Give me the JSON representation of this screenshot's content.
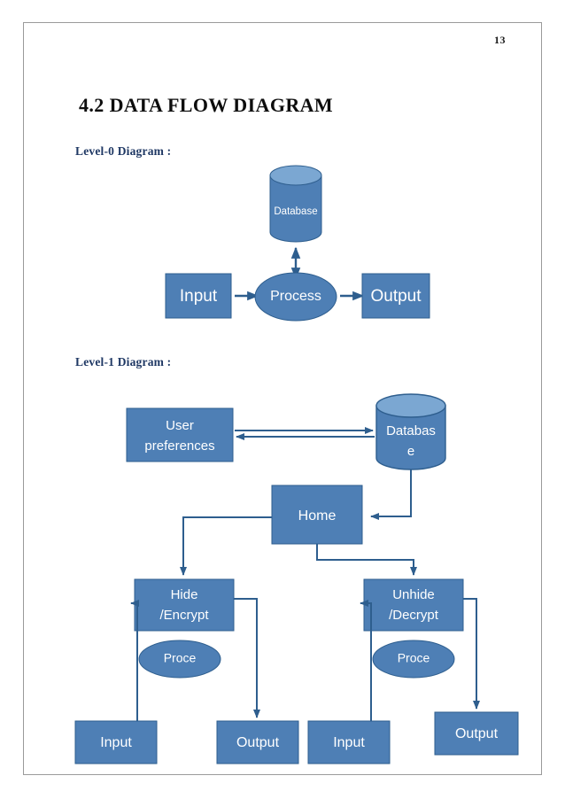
{
  "document": {
    "page_number": "13",
    "heading": "4.2 DATA FLOW DIAGRAM"
  },
  "colors": {
    "shape_fill": "#4E7FB5",
    "shape_stroke": "#2E5E8E",
    "cylinder_top": "#7BA7D2",
    "connector": "#2E5E8E",
    "label_text": "#1F3864",
    "shape_label": "#FFFFFF",
    "page_border": "#9A9A9A",
    "heading_text": "#0D0D0D"
  },
  "sections": [
    {
      "label": "Level-0 Diagram :",
      "nodes": [
        {
          "id": "l0-database",
          "label": "Database",
          "type": "cylinder"
        },
        {
          "id": "l0-input",
          "label": "Input",
          "type": "rect"
        },
        {
          "id": "l0-process",
          "label": "Process",
          "type": "ellipse"
        },
        {
          "id": "l0-output",
          "label": "Output",
          "type": "rect"
        }
      ],
      "edges": [
        {
          "from": "l0-input",
          "to": "l0-process",
          "arrow": "single"
        },
        {
          "from": "l0-process",
          "to": "l0-output",
          "arrow": "single"
        },
        {
          "from": "l0-process",
          "to": "l0-database",
          "arrow": "double"
        }
      ]
    },
    {
      "label": "Level-1 Diagram :",
      "nodes": [
        {
          "id": "l1-user-preferences",
          "label_line1": "User",
          "label_line2": "preferences",
          "type": "rect"
        },
        {
          "id": "l1-database",
          "label_line1": "Databas",
          "label_line2": "e",
          "type": "cylinder"
        },
        {
          "id": "l1-home",
          "label_line1": "Home",
          "label_line2": "",
          "type": "rect"
        },
        {
          "id": "l1-hide-encrypt",
          "label_line1": "Hide",
          "label_line2": "/Encrypt",
          "type": "rect"
        },
        {
          "id": "l1-unhide-decrypt",
          "label_line1": "Unhide",
          "label_line2": "/Decrypt",
          "type": "rect"
        },
        {
          "id": "l1-process-left",
          "label_line1": "Proce",
          "label_line2": "",
          "type": "ellipse"
        },
        {
          "id": "l1-process-right",
          "label_line1": "Proce",
          "label_line2": "",
          "type": "ellipse"
        },
        {
          "id": "l1-input-left",
          "label_line1": "Input",
          "label_line2": "",
          "type": "rect"
        },
        {
          "id": "l1-output-left",
          "label_line1": "Output",
          "label_line2": "",
          "type": "rect"
        },
        {
          "id": "l1-input-right",
          "label_line1": "Input",
          "label_line2": "",
          "type": "rect"
        },
        {
          "id": "l1-output-right",
          "label_line1": "Output",
          "label_line2": "",
          "type": "rect"
        }
      ],
      "edges": [
        {
          "from": "l1-user-preferences",
          "to": "l1-database",
          "arrow": "single"
        },
        {
          "from": "l1-database",
          "to": "l1-user-preferences",
          "arrow": "single"
        },
        {
          "from": "l1-database",
          "to": "l1-home",
          "arrow": "single"
        },
        {
          "from": "l1-home",
          "to": "l1-hide-encrypt",
          "arrow": "single"
        },
        {
          "from": "l1-home",
          "to": "l1-unhide-decrypt",
          "arrow": "single"
        },
        {
          "from": "l1-input-left",
          "to": "l1-hide-encrypt",
          "arrow": "single"
        },
        {
          "from": "l1-hide-encrypt",
          "to": "l1-output-left",
          "arrow": "single"
        },
        {
          "from": "l1-input-right",
          "to": "l1-unhide-decrypt",
          "arrow": "single"
        },
        {
          "from": "l1-unhide-decrypt",
          "to": "l1-output-right",
          "arrow": "single"
        }
      ]
    }
  ]
}
